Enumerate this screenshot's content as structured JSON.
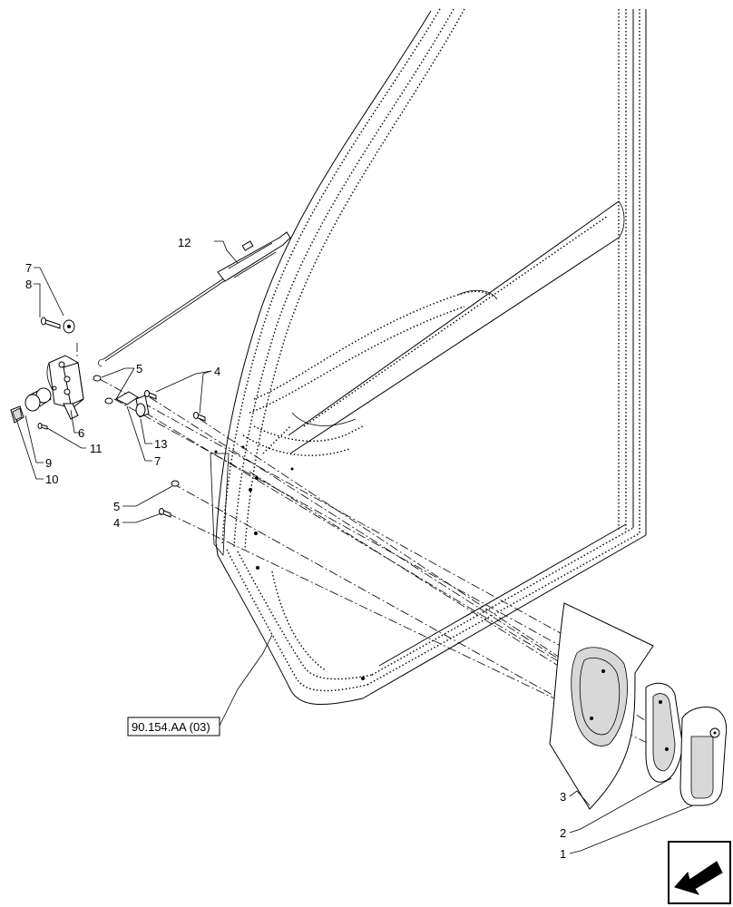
{
  "callouts": [
    {
      "id": "1",
      "text": "1"
    },
    {
      "id": "2",
      "text": "2"
    },
    {
      "id": "3",
      "text": "3"
    },
    {
      "id": "4a",
      "text": "4"
    },
    {
      "id": "4b",
      "text": "4"
    },
    {
      "id": "5a",
      "text": "5"
    },
    {
      "id": "5b",
      "text": "5"
    },
    {
      "id": "6",
      "text": "6"
    },
    {
      "id": "7a",
      "text": "7"
    },
    {
      "id": "7b",
      "text": "7"
    },
    {
      "id": "8",
      "text": "8"
    },
    {
      "id": "9",
      "text": "9"
    },
    {
      "id": "10",
      "text": "10"
    },
    {
      "id": "11",
      "text": "11"
    },
    {
      "id": "12",
      "text": "12"
    },
    {
      "id": "13",
      "text": "13"
    }
  ],
  "reference": {
    "label": "90.154.AA (03)"
  },
  "nav_icon": {
    "name": "arrow-back-icon"
  }
}
